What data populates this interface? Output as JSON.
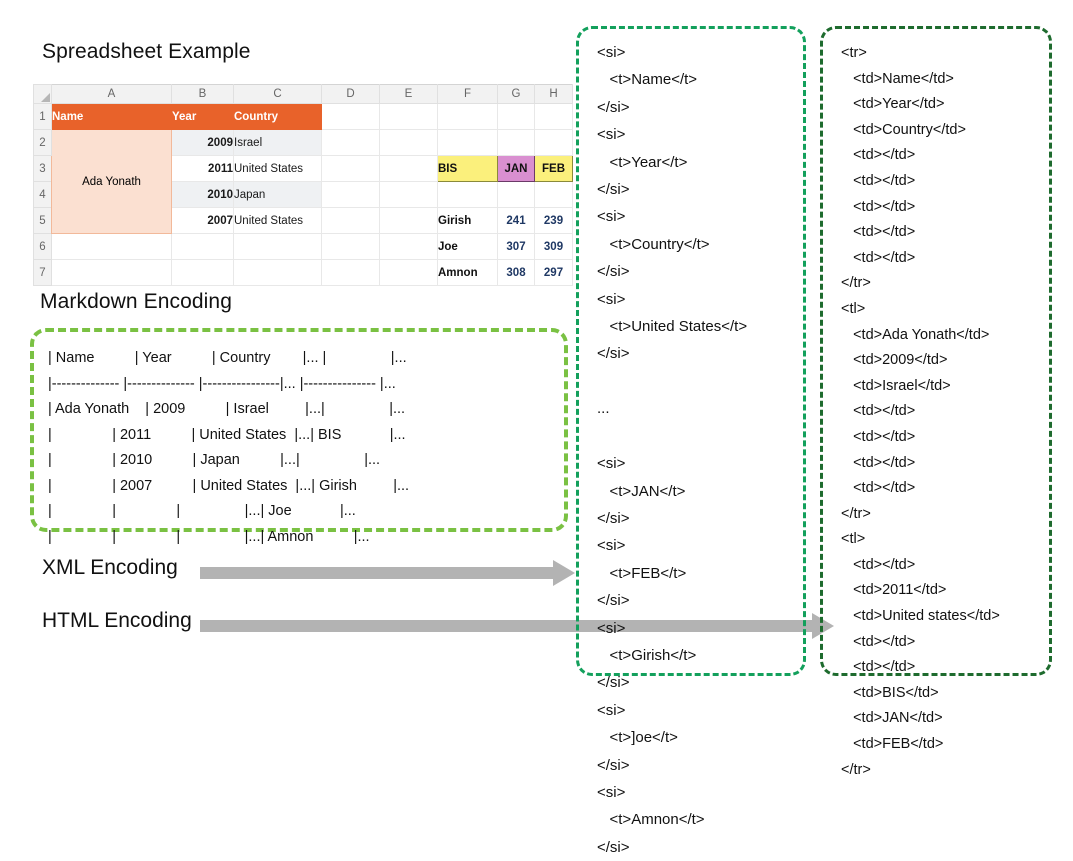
{
  "sections": {
    "spreadsheet_title": "Spreadsheet Example",
    "markdown_title": "Markdown Encoding",
    "xml_arrow_label": "XML Encoding",
    "html_arrow_label": "HTML Encoding"
  },
  "colors": {
    "header_orange": "#e8622a",
    "name_peach": "#fbe0d1",
    "yellow": "#fbf07c",
    "orchid": "#d98fd0",
    "navy_number": "#1f3864",
    "markdown_border": "#7ac143",
    "xml_border": "#13a05c",
    "html_border": "#1e6b2e",
    "arrow_gray": "#b3b3b3"
  },
  "spreadsheet": {
    "column_letters": [
      "A",
      "B",
      "C",
      "D",
      "E",
      "F",
      "G",
      "H"
    ],
    "row_numbers": [
      "1",
      "2",
      "3",
      "4",
      "5",
      "6",
      "7"
    ],
    "rows": [
      {
        "n": "1",
        "a": "Name",
        "b": "Year",
        "c": "Country",
        "d": "",
        "e": "",
        "f": "",
        "g": "",
        "h": ""
      },
      {
        "n": "2",
        "a": "",
        "b": "2009",
        "c": "Israel",
        "d": "",
        "e": "",
        "f": "",
        "g": "",
        "h": ""
      },
      {
        "n": "3",
        "a": "Ada Yonath",
        "b": "2011",
        "c": "United States",
        "d": "",
        "e": "",
        "f": "BIS",
        "g": "JAN",
        "h": "FEB"
      },
      {
        "n": "4",
        "a": "",
        "b": "2010",
        "c": "Japan",
        "d": "",
        "e": "",
        "f": "",
        "g": "",
        "h": ""
      },
      {
        "n": "5",
        "a": "",
        "b": "2007",
        "c": "United States",
        "d": "",
        "e": "",
        "f": "Girish",
        "g": "241",
        "h": "239"
      },
      {
        "n": "6",
        "a": "",
        "b": "",
        "c": "",
        "d": "",
        "e": "",
        "f": "Joe",
        "g": "307",
        "h": "309"
      },
      {
        "n": "7",
        "a": "",
        "b": "",
        "c": "",
        "d": "",
        "e": "",
        "f": "Amnon",
        "g": "308",
        "h": "297"
      }
    ],
    "merged_name_cell": "Ada Yonath"
  },
  "markdown_code": "| Name          | Year          | Country        |... |                |...\n|-------------- |-------------- |----------------|... |--------------- |...\n| Ada Yonath    | 2009          | Israel         |...|                |...\n|               | 2011          | United States  |...| BIS            |...\n|               | 2010          | Japan          |...|                |...\n|               | 2007          | United States  |...| Girish         |...\n|               |               |                |...| Joe            |...\n|               |               |                |...| Amnon          |...",
  "xml_code": "<si>\n   <t>Name</t>\n</si>\n<si>\n   <t>Year</t>\n</si>\n<si>\n   <t>Country</t>\n</si>\n<si>\n   <t>United States</t>\n</si>\n\n...\n\n<si>\n   <t>JAN</t>\n</si>\n<si>\n   <t>FEB</t>\n</si>\n<si>\n   <t>Girish</t>\n</si>\n<si>\n   <t>]oe</t>\n</si>\n<si>\n   <t>Amnon</t>\n</si>",
  "html_code": "<tr>\n   <td>Name</td>\n   <td>Year</td>\n   <td>Country</td>\n   <td></td>\n   <td></td>\n   <td></td>\n   <td></td>\n   <td></td>\n</tr>\n<tl>\n   <td>Ada Yonath</td>\n   <td>2009</td>\n   <td>Israel</td>\n   <td></td>\n   <td></td>\n   <td></td>\n   <td></td>\n</tr>\n<tl>\n   <td></td>\n   <td>2011</td>\n   <td>United states</td>\n   <td></td>\n   <td></td>\n   <td>BIS</td>\n   <td>JAN</td>\n   <td>FEB</td>\n</tr>"
}
